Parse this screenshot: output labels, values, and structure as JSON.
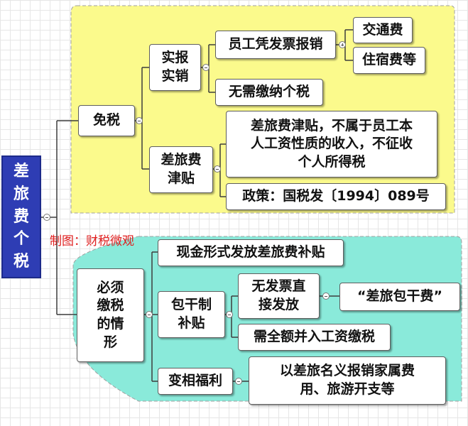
{
  "root": {
    "label": "差\n旅\n费\n个\n税"
  },
  "watermark": "制图：财税微观",
  "colors": {
    "upper_region": "#fbfa8c",
    "lower_region": "#8aeada",
    "root_fill": "#2e3db4"
  },
  "exempt": {
    "label": "免税",
    "reimburse": {
      "label": "实报\n实销",
      "invoice": {
        "label": "员工凭发票报销",
        "children": [
          "交通费",
          "住宿费等"
        ]
      },
      "no_tax": "无需缴纳个税"
    },
    "allowance": {
      "label": "差旅费\n津贴",
      "desc": "差旅费津贴，不属于员工本\n人工资性质的收入，不征收\n个人所得税",
      "policy": "政策：国税发〔1994〕089号"
    }
  },
  "taxable": {
    "label": "必须\n缴税\n的情\n形",
    "cash": "现金形式发放差旅费补贴",
    "lump": {
      "label": "包干制\n补贴",
      "no_invoice": "无发票直\n接发放",
      "no_invoice_child": "“差旅包干费”",
      "full_amount": "需全额并入工资缴税"
    },
    "disguised": {
      "label": "变相福利",
      "desc": "以差旅名义报销家属费\n用、旅游开支等"
    }
  }
}
